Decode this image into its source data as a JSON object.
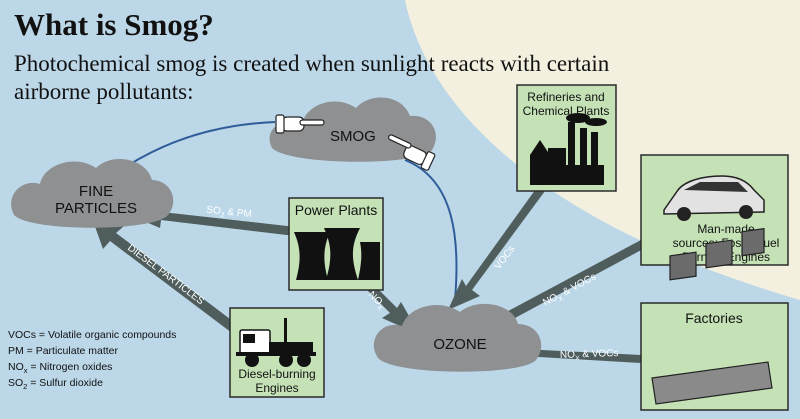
{
  "header": {
    "title": "What is Smog?",
    "subtitle_line1": "Photochemical smog is created when sunlight reacts with certain",
    "subtitle_line2": "airborne pollutants:"
  },
  "clouds": {
    "smog": "SMOG",
    "fine_particles_line1": "FINE",
    "fine_particles_line2": "PARTICLES",
    "ozone": "OZONE"
  },
  "sources": {
    "refineries_line1": "Refineries and",
    "refineries_line2": "Chemical Plants",
    "manmade_line1": "Man-made",
    "manmade_line2": "sources; Fossil Fuel",
    "manmade_line3": "Burning Engines",
    "factories": "Factories",
    "power_plants": "Power Plants",
    "diesel_line1": "Diesel-burning",
    "diesel_line2": "Engines"
  },
  "arrows": {
    "so2_pm_prefix": "SO",
    "so2_pm_sub": "2",
    "so2_pm_suffix": " & PM",
    "diesel_particles": "DIESEL PARTICLES",
    "nox_power_prefix": "NO",
    "nox_power_sub": "X",
    "vocs_refineries": "VOCs",
    "nox_vocs_manmade_prefix": "NO",
    "nox_vocs_manmade_sub": "X",
    "nox_vocs_manmade_suffix": " & VOCs",
    "nox_vocs_factories_prefix": "NO",
    "nox_vocs_factories_sub": "X",
    "nox_vocs_factories_suffix": " & VOCs"
  },
  "legend": {
    "vocs": "VOCs = Volatile organic compounds",
    "pm": "PM = Particulate matter",
    "nox_prefix": "NO",
    "nox_sub": "x",
    "nox_suffix": " = Nitrogen oxides",
    "so2_prefix": "SO",
    "so2_sub": "2",
    "so2_suffix": " = Sulfur dioxide"
  },
  "colors": {
    "background": "#bcd7e8",
    "sun_glow": "#f3f0e0",
    "cloud": "#8e9092",
    "arrow": "#4f5e5d",
    "box_fill": "#c5e2b7",
    "box_border": "#2a2a2a",
    "connector": "#2f5d9a"
  }
}
